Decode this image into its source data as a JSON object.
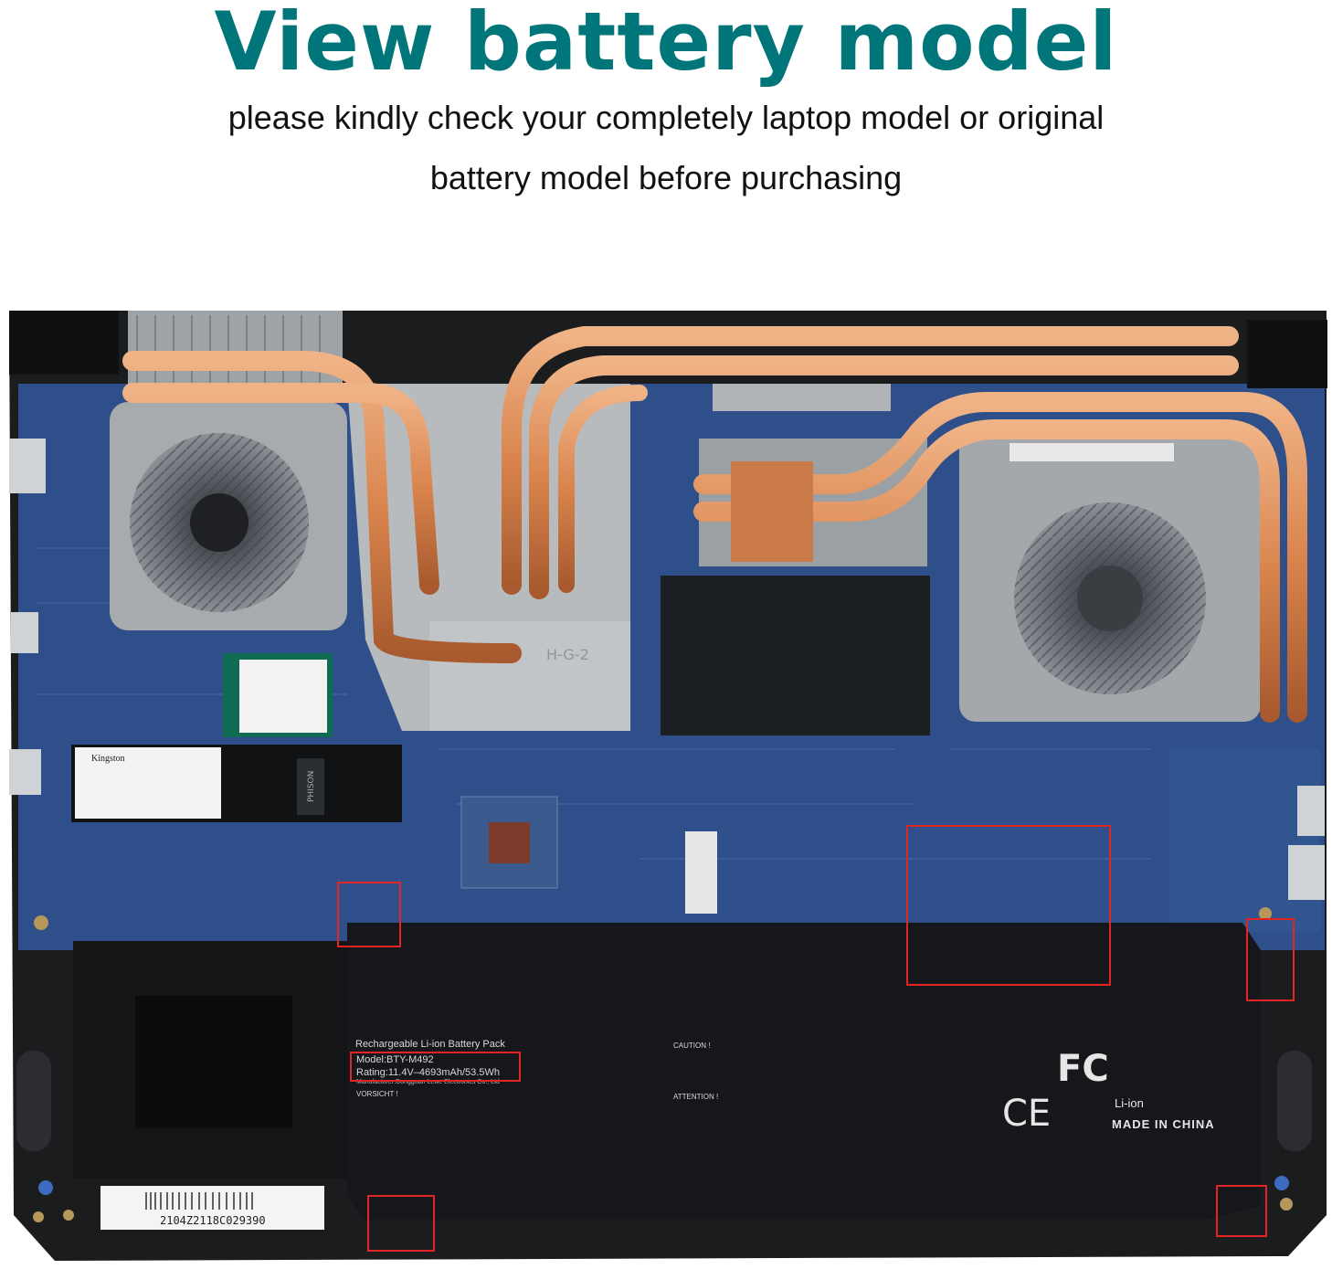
{
  "header": {
    "title": "View battery model",
    "subtitle_line1": "please kindly check your completely laptop model or original",
    "subtitle_line2": "battery model before purchasing"
  },
  "battery_label": {
    "heading": "Rechargeable Li-ion Battery Pack",
    "model": "Model:BTY-M492",
    "rating": "Rating:11.4V–4693mAh/53.5Wh",
    "manufacturer": "Manufacturer:Dongguan Lewe Electronics Co., Ltd",
    "vorsicht": "VORSICHT !",
    "caution": "CAUTION !",
    "attention": "ATTENTION !",
    "made_in": "MADE IN CHINA",
    "li_ion": "Li-ion",
    "fc_mark": "FC",
    "ce_mark": "CE"
  },
  "laptop": {
    "serial": "2104Z2118C029390",
    "heatsink_mark": "H-G-2",
    "ssd_brand": "Kingston",
    "chip_mark": "PHISON"
  },
  "colors": {
    "title": "#00767a",
    "highlight": "#e32424",
    "copper": "#d98a55",
    "board": "#2e4f8a"
  }
}
